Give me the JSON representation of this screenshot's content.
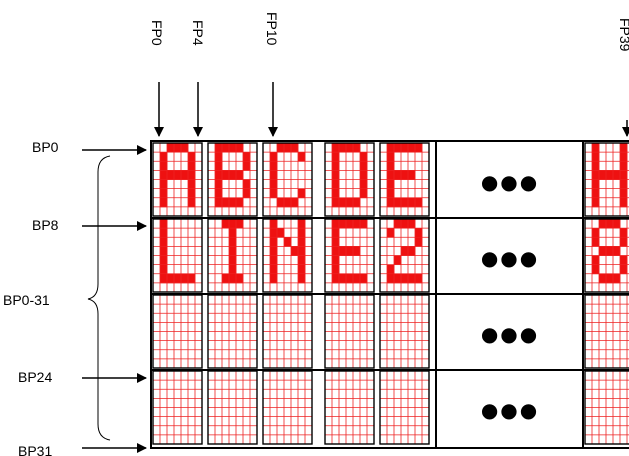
{
  "fp_labels": [
    "FP0",
    "FP4",
    "FP10",
    "FP39"
  ],
  "bp_labels": [
    "BP0",
    "BP8",
    "BP0-31",
    "BP24",
    "BP31"
  ],
  "ellipsis": "●●●",
  "colors": {
    "lit": "#ee1111",
    "grid": "#ee2222",
    "line": "#000000"
  },
  "rows": [
    [
      "A",
      "B",
      "C",
      "D",
      "E",
      "H"
    ],
    [
      "L",
      "I",
      "N",
      "E",
      "2",
      "8"
    ],
    [
      "",
      "",
      "",
      "",
      "",
      ""
    ],
    [
      "",
      "",
      "",
      "",
      "",
      ""
    ]
  ]
}
